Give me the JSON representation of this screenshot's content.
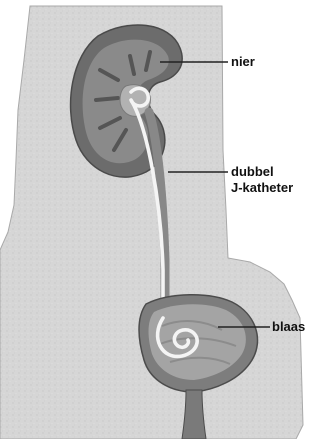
{
  "labels": {
    "kidney": "nier",
    "catheter_line1": "dubbel",
    "catheter_line2": "J-katheter",
    "bladder": "blaas"
  }
}
